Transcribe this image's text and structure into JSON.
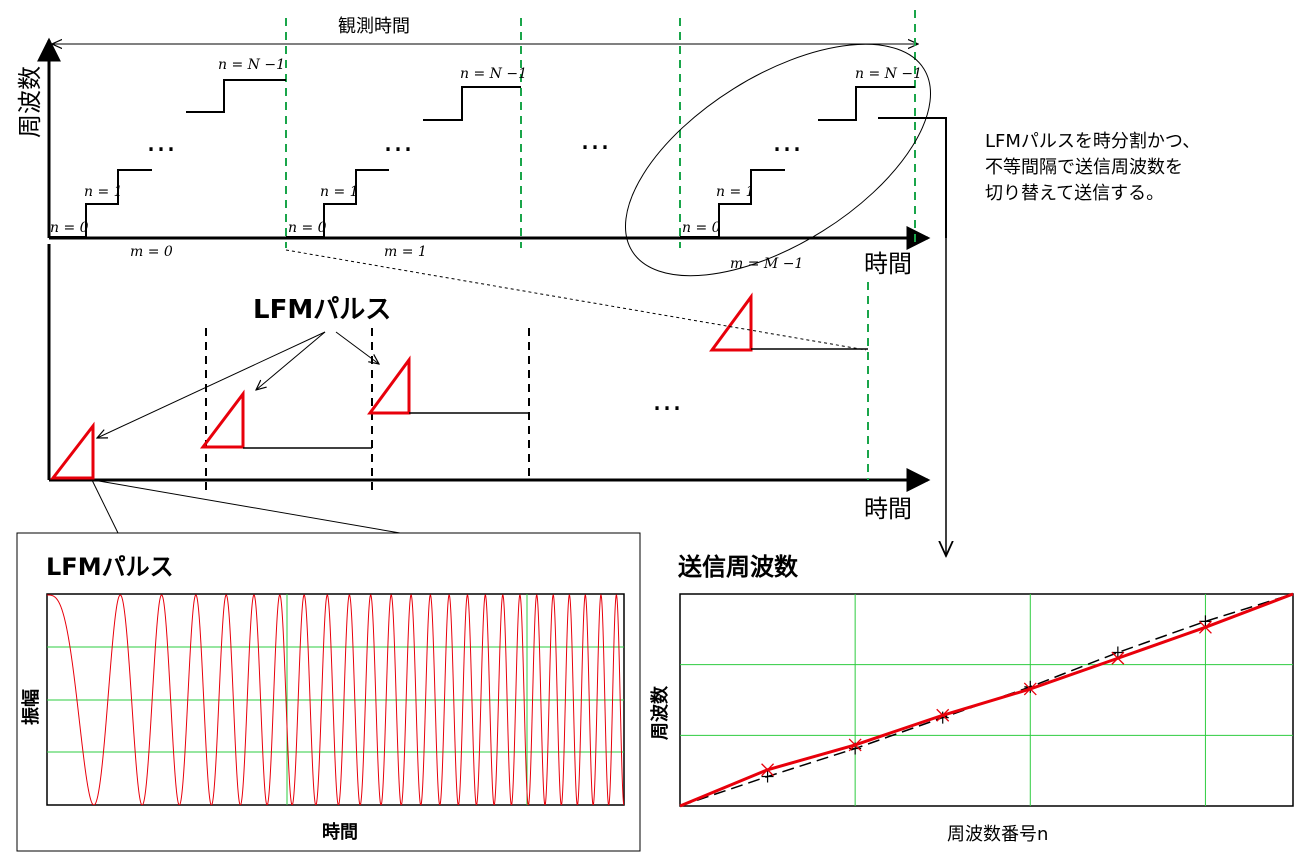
{
  "top_diagram": {
    "y_axis_label": "周波数",
    "x_axis_label": "時間",
    "observation_label": "観測時間",
    "note_lines": [
      "LFMパルスを時分割かつ、",
      "不等間隔で送信周波数を",
      "切り替えて送信する。"
    ],
    "ellipsis": "…",
    "step_labels": {
      "n0": "n = 0",
      "n1": "n = 1",
      "nN1": "n = N −1"
    },
    "block_labels": [
      "m = 0",
      "m = 1",
      "m = M −1"
    ]
  },
  "middle_diagram": {
    "pulse_label": "LFMパルス",
    "x_axis_label": "時間",
    "ellipsis": "…"
  },
  "inset_lfm": {
    "title": "LFMパルス",
    "xlabel": "時間",
    "ylabel": "振幅"
  },
  "inset_freq": {
    "title": "送信周波数",
    "xlabel": "周波数番号n",
    "ylabel": "周波数"
  },
  "colors": {
    "pulse": "#e8000b",
    "guide": "#1aa54a",
    "grid": "#2ecc40",
    "ink": "#000000"
  },
  "chart_data": [
    {
      "type": "line",
      "title": "送信周波数",
      "xlabel": "周波数番号n",
      "ylabel": "周波数",
      "x": [
        0,
        1,
        2,
        3,
        4,
        5,
        6,
        7
      ],
      "xlim": [
        0,
        7
      ],
      "ylim": [
        0,
        1
      ],
      "grid": true,
      "series": [
        {
          "style": "solid-red-x",
          "values": [
            0,
            0.171,
            0.288,
            0.428,
            0.552,
            0.697,
            0.843,
            1
          ]
        },
        {
          "style": "dashed-black-plus",
          "values": [
            0,
            0.139,
            0.271,
            0.417,
            0.562,
            0.724,
            0.871,
            1
          ]
        }
      ]
    }
  ]
}
